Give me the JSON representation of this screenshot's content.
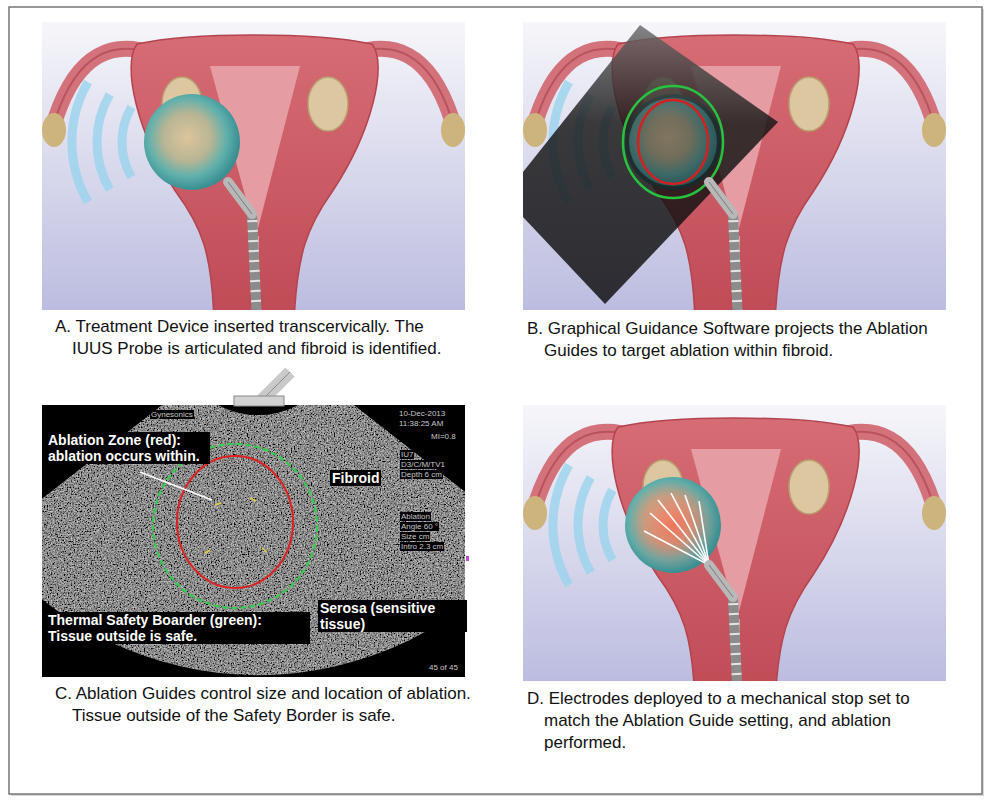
{
  "diagram": {
    "nodes": [
      {
        "text": [
          "A. Treatment Device inserted transcervically. The IUUS Probe is articulated and fibroid is identified."
        ]
      },
      {
        "text": [
          "B. Graphical Guidance Software projects the Ablation Guides to target ablation within fibroid."
        ]
      },
      {
        "text": [
          "C. Ablation Guides control size and location of ablation. Tissue outside of the Safety Border is safe."
        ]
      },
      {
        "text": [
          "D. Electrodes deployed to a mechanical stop set to match the Ablation Guide setting, and ablation performed."
        ]
      }
    ],
    "labels": [
      "Ablation Zone (red): ablation occurs within.",
      "Fibroid",
      "Thermal Safety Boarder (green): Tissue outside is safe.",
      "Serosa (sensitive tissue)",
      "Gynesonics",
      "10-Dec-2013",
      "11:38:25 AM",
      "MI=0.8",
      "IU7",
      "D3/C/M/TV1",
      "Depth 6 cm",
      "Ablation",
      "Angle 60 °",
      "Size cm",
      "Intro 2.3 cm",
      "45 of 45"
    ]
  }
}
